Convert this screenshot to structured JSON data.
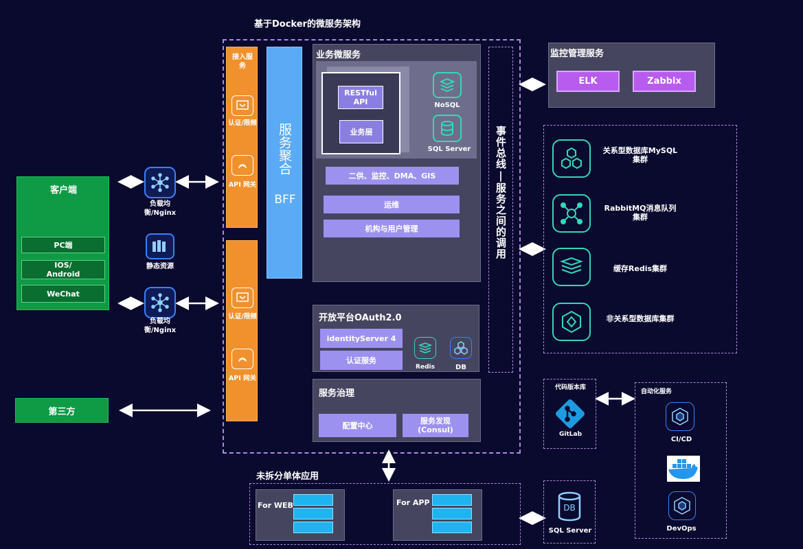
{
  "main_title": "基于Docker的微服务架构",
  "client": {
    "title": "客户端",
    "items": [
      "PC端",
      "IOS/\nAndroid",
      "WeChat"
    ]
  },
  "third_party": "第三方",
  "load_balancer_top": "负载均\n衡/Nginx",
  "static_resources": "静态资源",
  "load_balancer_bottom": "负载均\n衡/Nginx",
  "access_service": "接入服\n务",
  "auth_limit_top": "认证/限频",
  "api_gateway_top": "API 网关",
  "auth_limit_bottom": "认证/限频",
  "api_gateway_bottom": "API 网关",
  "bff": {
    "line1": "服务聚合",
    "line2": "BFF"
  },
  "biz": {
    "title": "业务微服务",
    "restful": "RESTful\nAPI",
    "business_layer": "业务层",
    "nosql": "NoSQL",
    "sqlserver": "SQL Server",
    "items": [
      "二供、监控、DMA、GIS",
      "运维",
      "机构与用户管理"
    ]
  },
  "oauth": {
    "title": "开放平台OAuth2.0",
    "identity": "identityServer 4",
    "auth_service": "认证服务",
    "redis": "Redis",
    "db": "DB"
  },
  "governance": {
    "title": "服务治理",
    "config": "配置中心",
    "discovery": "服务发现\n(Consul)"
  },
  "event_bus": "事件总线|服务之间的调用",
  "monitor": {
    "title": "监控管理服务",
    "elk": "ELK",
    "zabbix": "Zabbix"
  },
  "clusters": {
    "mysql": "关系型数据库MySQL\n集群",
    "rabbitmq": "RabbitMQ消息队列\n集群",
    "redis": "缓存Redis集群",
    "nonrel": "非关系型数据库集群"
  },
  "code_repo": {
    "title": "代码版本库",
    "gitlab": "GitLab"
  },
  "automation": {
    "title": "自动化服务",
    "cicd": "CI/CD",
    "devops": "DevOps"
  },
  "monolith": {
    "title": "未拆分单体应用",
    "web": "For WEB",
    "app": "For APP"
  },
  "sqlserver_db": {
    "icon": "DB",
    "label": "SQL Server"
  },
  "colors": {
    "background": "#0a0a2e",
    "client_green": "#0f9a45",
    "gateway_orange": "#f0912e",
    "bff_blue": "#5aaaf5",
    "accent_purple": "#9d91f0",
    "teal_icon": "#35d8b8"
  }
}
